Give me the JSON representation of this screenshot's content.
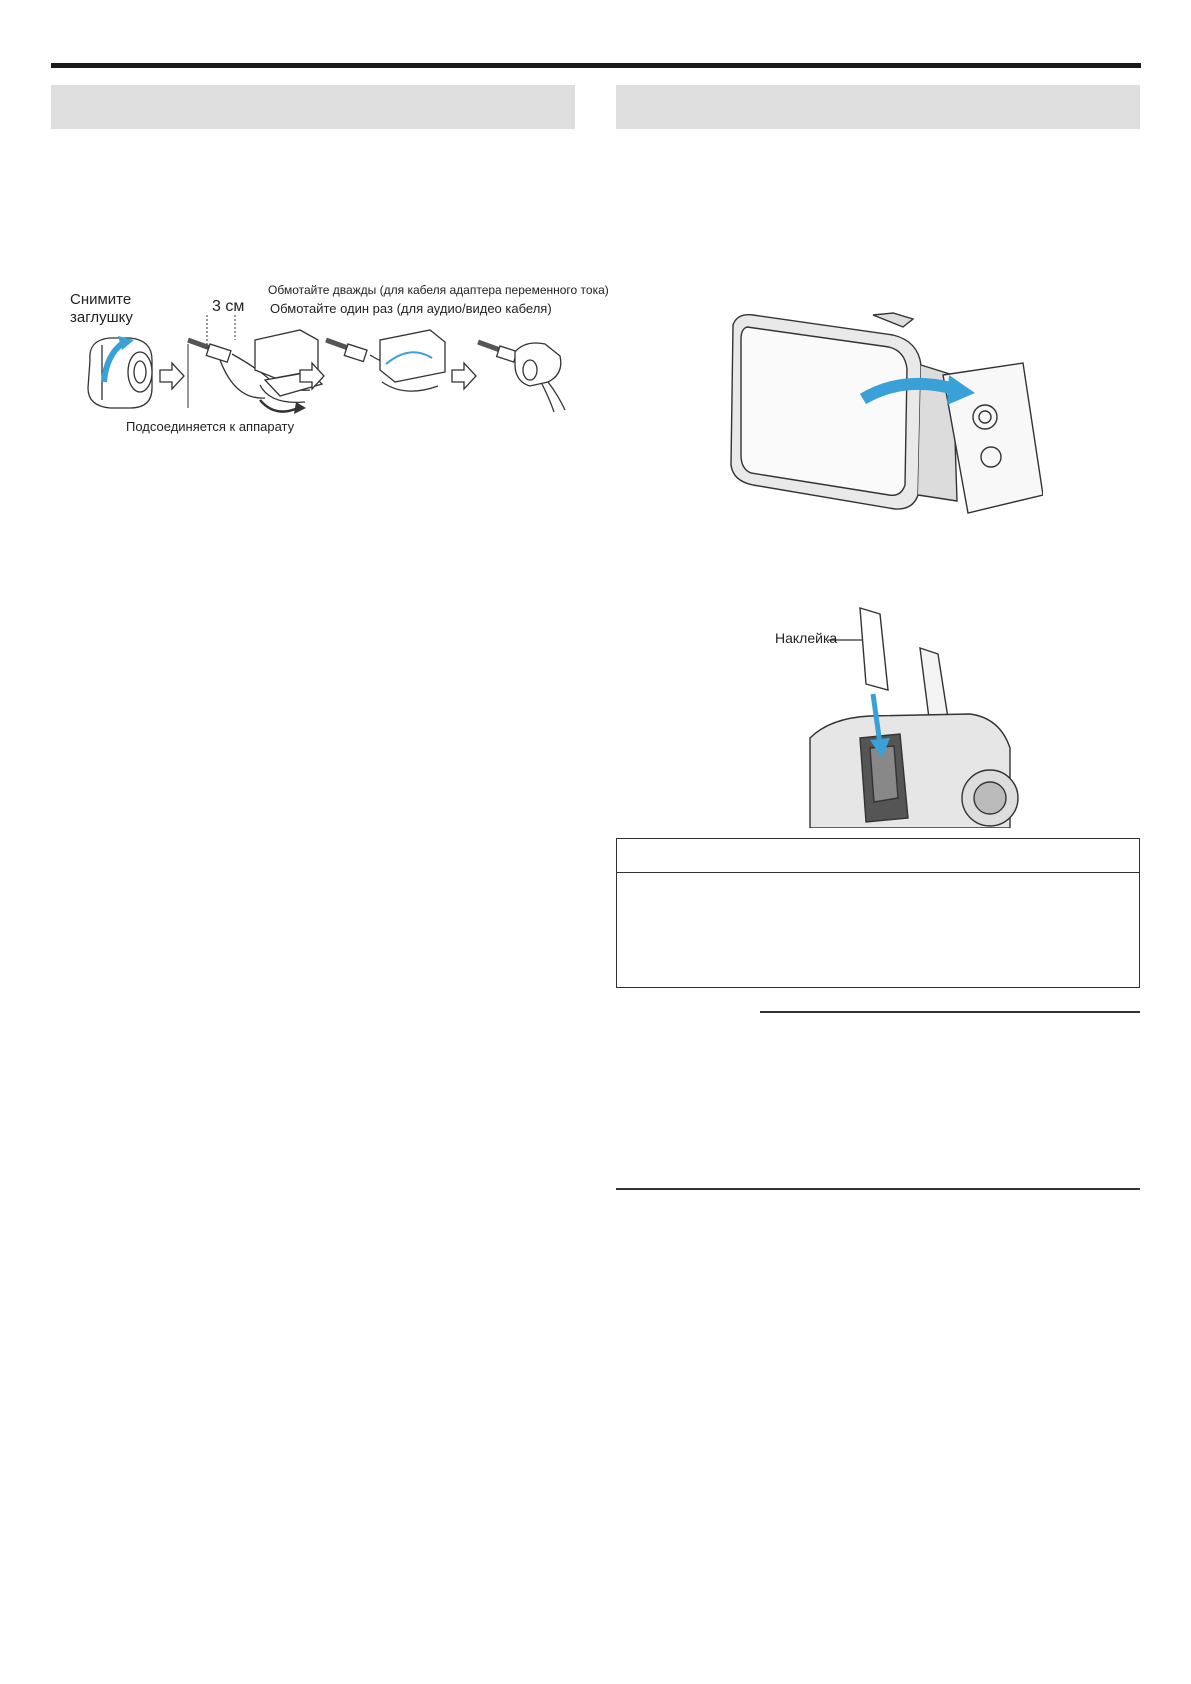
{
  "left_figure": {
    "remove_cap_line1": "Снимите",
    "remove_cap_line2": "заглушку",
    "distance": "3 см",
    "wrap_twice": "Обмотайте дважды (для кабеля адаптера переменного тока)",
    "wrap_once": "Обмотайте один раз (для аудио/видео кабеля)",
    "connect_to_unit": "Подсоединяется к аппарату"
  },
  "right_figure": {
    "label": "Наклейка"
  },
  "colors": {
    "section_bar": "#dedede",
    "rule": "#1a1a1a",
    "arrow_blue": "#3aa0d8"
  }
}
